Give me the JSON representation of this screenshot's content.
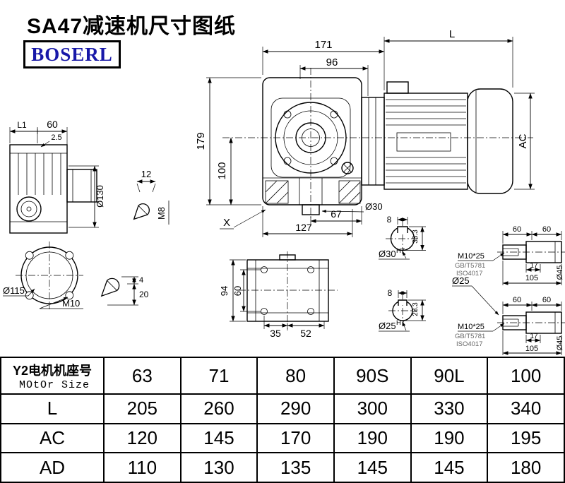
{
  "title": "SA47减速机尺寸图纸",
  "logo": "BOSERL",
  "drawing": {
    "main_view": {
      "dim_171": "171",
      "dim_L": "L",
      "dim_96": "96",
      "dim_179": "179",
      "dim_100": "100",
      "dim_AC": "AC",
      "dim_67": "67",
      "dim_127": "127",
      "label_X": "X",
      "label_d30": "Ø30"
    },
    "side_view": {
      "dim_L1": "L1",
      "dim_60": "60",
      "dim_2_5": "2.5",
      "dim_d130": "Ø130"
    },
    "flange_view": {
      "dim_d115": "Ø115",
      "label_M10": "M10"
    },
    "plug_upper": {
      "dim_12": "12",
      "label_M8": "M8"
    },
    "plug_lower": {
      "dim_4": "4",
      "dim_20": "20"
    },
    "bottom_view": {
      "dim_94": "94",
      "dim_60": "60",
      "dim_35": "35",
      "dim_52": "52"
    },
    "section_d30": {
      "dim_8": "8",
      "dim_33_3": "33.3",
      "label_bore": "Ø30",
      "label_tol": "H7"
    },
    "section_d25": {
      "dim_8": "8",
      "dim_28_3": "28.3",
      "label_bore": "Ø25",
      "label_tol": "H7",
      "label_shaft": "Ø25"
    },
    "shaft_end_upper": {
      "dim_60a": "60",
      "dim_60b": "60",
      "dim_17": "17",
      "dim_105": "105",
      "label_thread": "M10*25",
      "label_gb": "GB/T5781",
      "label_iso": "ISO4017",
      "label_d45": "Ø45"
    },
    "shaft_end_lower": {
      "dim_60a": "60",
      "dim_60b": "60",
      "dim_17": "17",
      "dim_105": "105",
      "label_thread": "M10*25",
      "label_gb": "GB/T5781",
      "label_iso": "ISO4017",
      "label_d45": "Ø45"
    }
  },
  "table": {
    "header_cn": "Y2电机机座号",
    "header_en": "MOtOr Size",
    "columns": [
      "63",
      "71",
      "80",
      "90S",
      "90L",
      "100"
    ],
    "rows": [
      {
        "label": "L",
        "values": [
          "205",
          "260",
          "290",
          "300",
          "330",
          "340"
        ]
      },
      {
        "label": "AC",
        "values": [
          "120",
          "145",
          "170",
          "190",
          "190",
          "195"
        ]
      },
      {
        "label": "AD",
        "values": [
          "110",
          "130",
          "135",
          "145",
          "145",
          "180"
        ]
      }
    ]
  }
}
